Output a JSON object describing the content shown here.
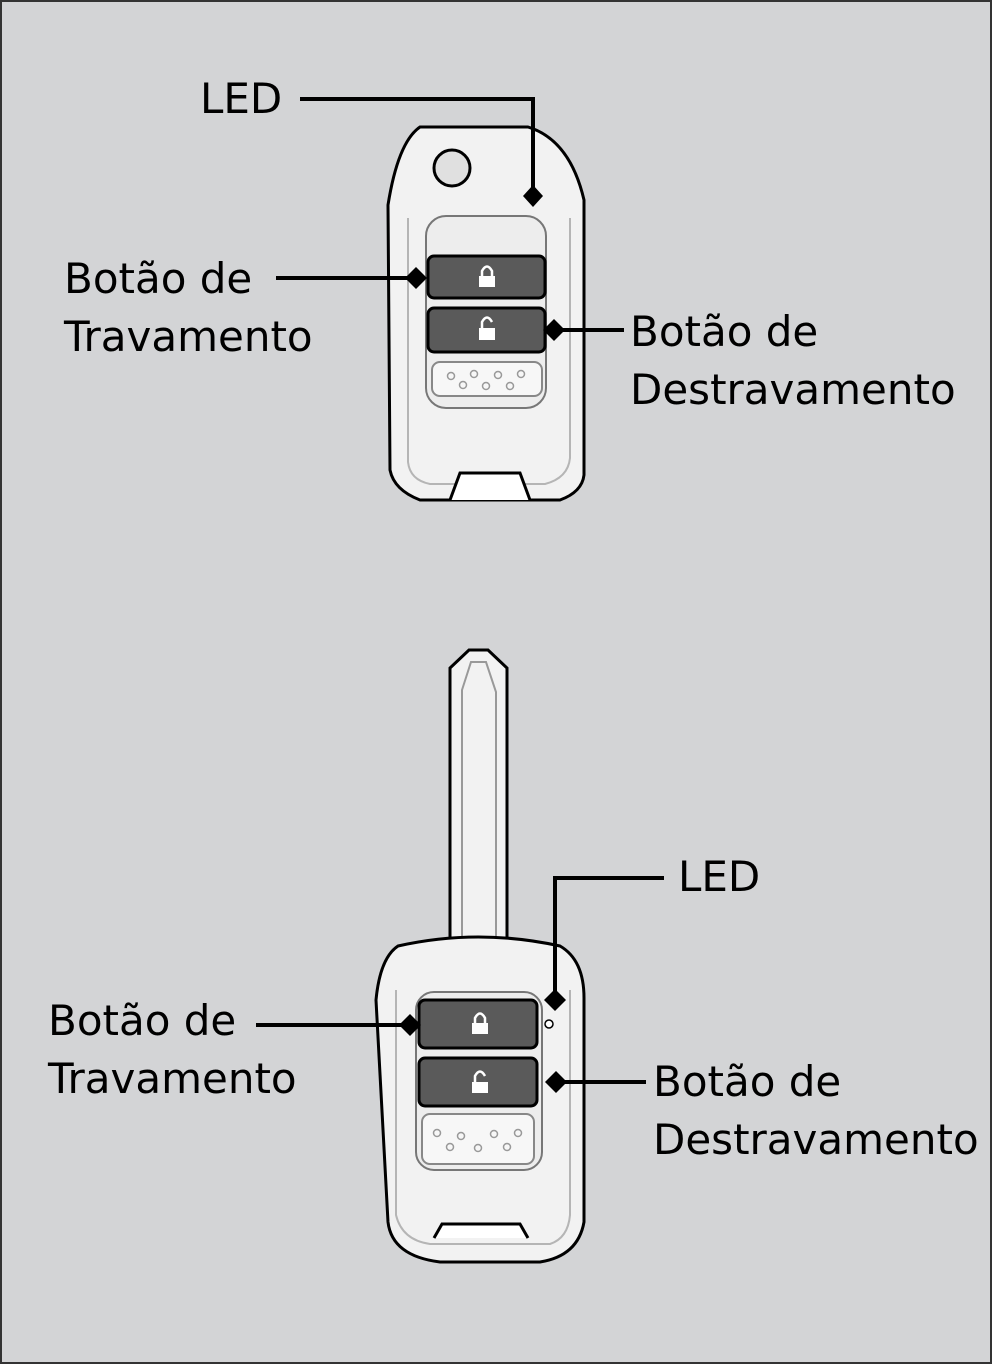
{
  "diagram": {
    "background": "#d3d4d6",
    "key_body_color": "#f2f2f2",
    "button_color": "#5a5a5a",
    "outline_color": "#000000",
    "flip_key": {
      "led_label": "LED",
      "lock_label_line1": "Botão de",
      "lock_label_line2": "Travamento",
      "unlock_label_line1": "Botão de",
      "unlock_label_line2": "Destravamento",
      "icons": [
        "lock-closed-icon",
        "lock-open-icon"
      ]
    },
    "blade_key": {
      "led_label": "LED",
      "lock_label_line1": "Botão de",
      "lock_label_line2": "Travamento",
      "unlock_label_line1": "Botão de",
      "unlock_label_line2": "Destravamento",
      "icons": [
        "lock-closed-icon",
        "lock-open-icon"
      ]
    }
  }
}
